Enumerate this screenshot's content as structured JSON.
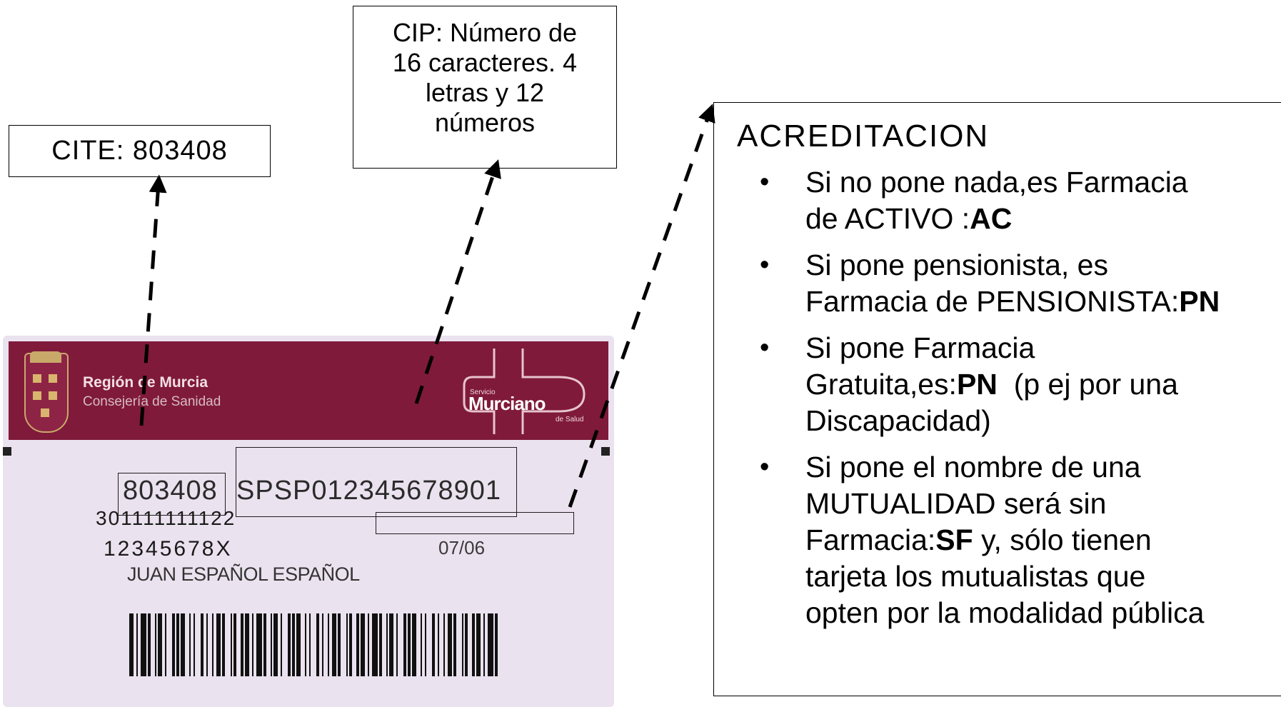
{
  "callouts": {
    "cite": "CITE: 803408",
    "cip": [
      "CIP: Número de",
      "16 caracteres. 4",
      "letras y 12",
      "números"
    ]
  },
  "acreditacion": {
    "title": "ACREDITACION",
    "items": [
      {
        "lines": [
          [
            {
              "t": "Si no pone nada,es Farmacia",
              "b": false
            }
          ],
          [
            {
              "t": "de ACTIVO :",
              "b": false
            },
            {
              "t": "AC",
              "b": true
            }
          ]
        ]
      },
      {
        "lines": [
          [
            {
              "t": "Si pone pensionista, es",
              "b": false
            }
          ],
          [
            {
              "t": "Farmacia de PENSIONISTA:",
              "b": false
            },
            {
              "t": "PN",
              "b": true
            }
          ]
        ]
      },
      {
        "lines": [
          [
            {
              "t": "Si pone Farmacia",
              "b": false
            }
          ],
          [
            {
              "t": "Gratuita,es:",
              "b": false
            },
            {
              "t": "PN",
              "b": true
            },
            {
              "t": "  (p ej por una",
              "b": false
            }
          ],
          [
            {
              "t": "Discapacidad)",
              "b": false
            }
          ]
        ]
      },
      {
        "lines": [
          [
            {
              "t": "Si pone el nombre de una",
              "b": false
            }
          ],
          [
            {
              "t": "MUTUALIDAD será sin",
              "b": false
            }
          ],
          [
            {
              "t": "Farmacia:",
              "b": false
            },
            {
              "t": "SF",
              "b": true
            },
            {
              "t": " y, sólo tienen",
              "b": false
            }
          ],
          [
            {
              "t": "tarjeta los mutualistas que",
              "b": false
            }
          ],
          [
            {
              "t": "opten por la modalidad pública",
              "b": false
            }
          ]
        ]
      }
    ]
  },
  "card": {
    "region_name": "Región de Murcia",
    "region_dept": "Consejería de Sanidad",
    "logo_top": "Servicio",
    "logo_name": "Murciano",
    "logo_bottom": "de Salud",
    "cite": "803408",
    "cip": "SPSP012345678901",
    "number1": "301111111122",
    "number2": "12345678X",
    "expiry": "07/06",
    "holder": "JUAN ESPAÑOL ESPAÑOL"
  },
  "colors": {
    "band": "#7f1a3a",
    "card_bg": "#ebe2ef"
  }
}
